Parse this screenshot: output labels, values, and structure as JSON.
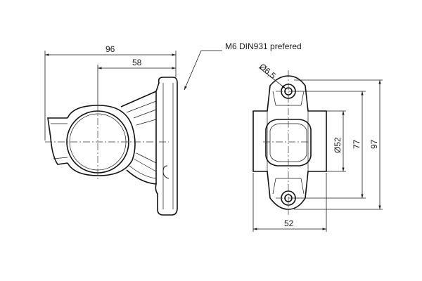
{
  "side_view": {
    "dimension_overall_width": "96",
    "dimension_lens_offset": "58"
  },
  "front_view": {
    "dimension_hole_diameter": "Ø6,5",
    "dimension_lens_diameter": "Ø52",
    "dimension_hole_spacing": "77",
    "dimension_overall_height": "97",
    "dimension_width": "52"
  },
  "callout": {
    "bolt_note": "M6 DIN931 prefered"
  }
}
